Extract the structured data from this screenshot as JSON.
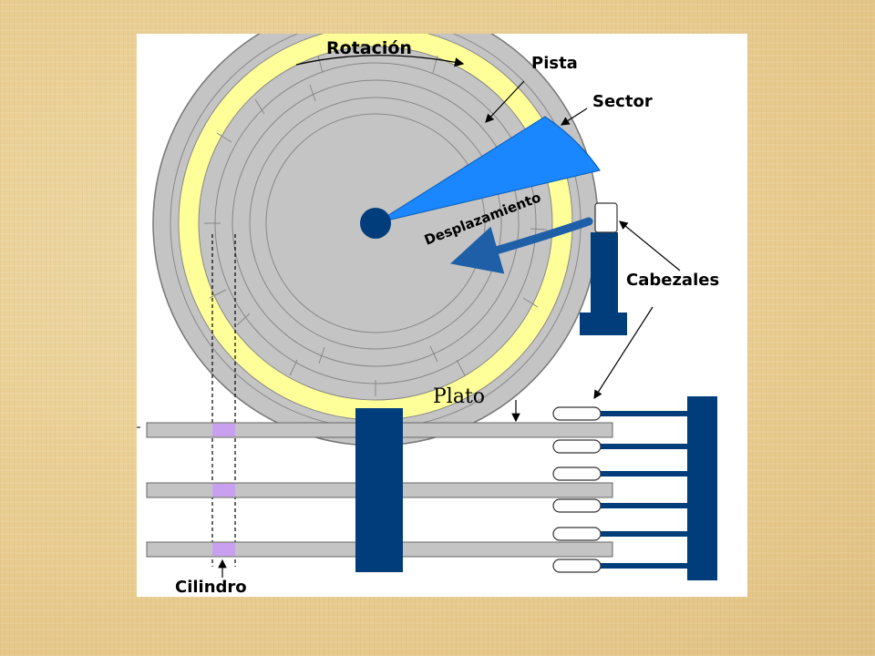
{
  "labels": {
    "rotacion": "Rotación",
    "pista": "Pista",
    "sector": "Sector",
    "desplazamiento": "Desplazamiento",
    "cabezales": "Cabezales",
    "plato": "Plato",
    "cilindro": "Cilindro"
  },
  "colors": {
    "platter_gray": "#c4c4c4",
    "track_yellow": "#ffff99",
    "sector_blue": "#1a86ff",
    "navy": "#003d7a",
    "cylinder_violet": "#c9a0f0"
  }
}
